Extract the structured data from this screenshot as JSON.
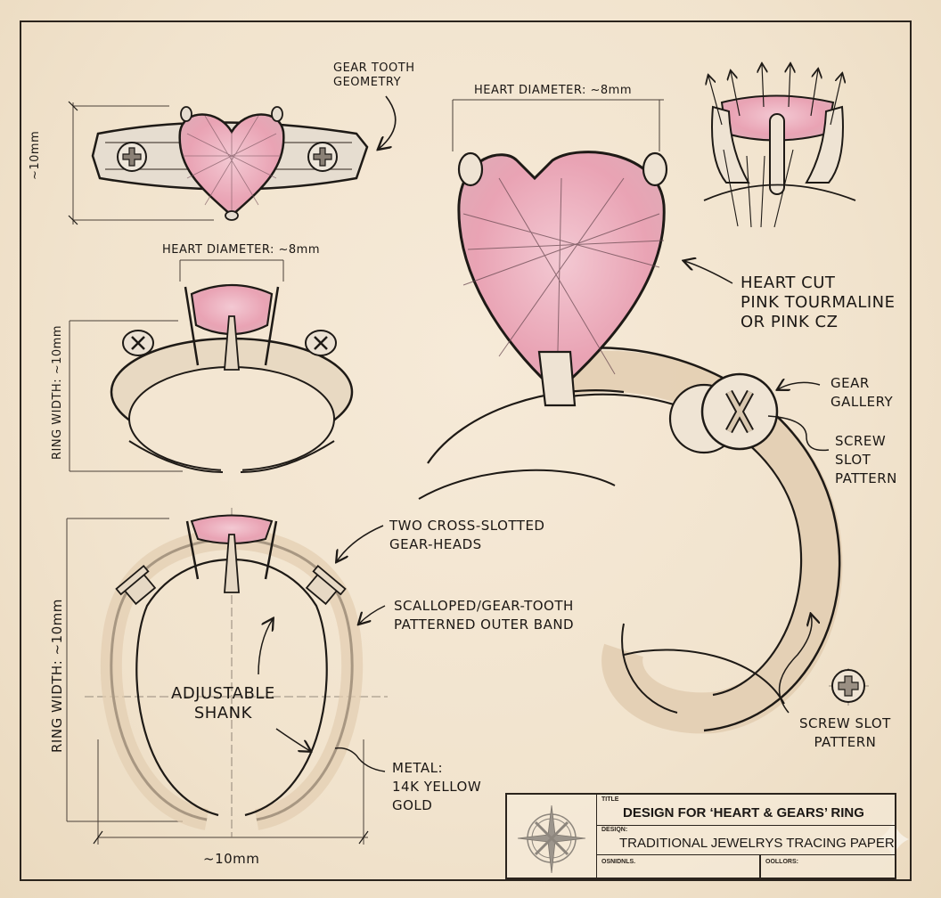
{
  "sheet": {
    "title_block": {
      "title_caption": "TITLE",
      "title": "DESIGN FOR ‘HEART & GEARS’ RING",
      "design_caption": "DESIQN:",
      "design_value": "TRADITIONAL JEWELRYS TRACING PAPER",
      "field3_caption": "OSNIDNLS.",
      "field4_caption": "OOLLORS:"
    }
  },
  "views": {
    "top_view": {
      "dim_height": "~10mm",
      "callout": "GEAR TOOTH\nGEOMETRY"
    },
    "front_view": {
      "dim_heart": "HEART DIAMETER: ~8mm",
      "dim_width": "RING WIDTH: ~10mm"
    },
    "side_view": {
      "dim_width": "RING WIDTH: ~10mm",
      "dim_bottom": "~10mm",
      "callout_gearheads": "TWO CROSS-SLOTTED\nGEAR-HEADS",
      "callout_band": "SCALLOPED/GEAR-TOOTH\nPATTERNED OUTER BAND",
      "callout_shank": "ADJUSTABLE\nSHANK",
      "callout_metal": "METAL:\n14K YELLOW\nGOLD"
    },
    "perspective_view": {
      "dim_heart": "HEART DIAMETER: ~8mm",
      "callout_stone": "HEART CUT\nPINK TOURMALINE\nOR PINK CZ",
      "callout_gallery": "GEAR\nGALLERY",
      "callout_screw": "SCREW\nSLOT\nPATTERN",
      "callout_screw2": "SCREW SLOT\nPATTERN"
    }
  },
  "colors": {
    "paper": "#f3e6d2",
    "ink": "#1e1a16",
    "gem_pink": "#e9a6b6",
    "gold_wash": "#e2cdb0",
    "pencil": "#7a6f63"
  }
}
